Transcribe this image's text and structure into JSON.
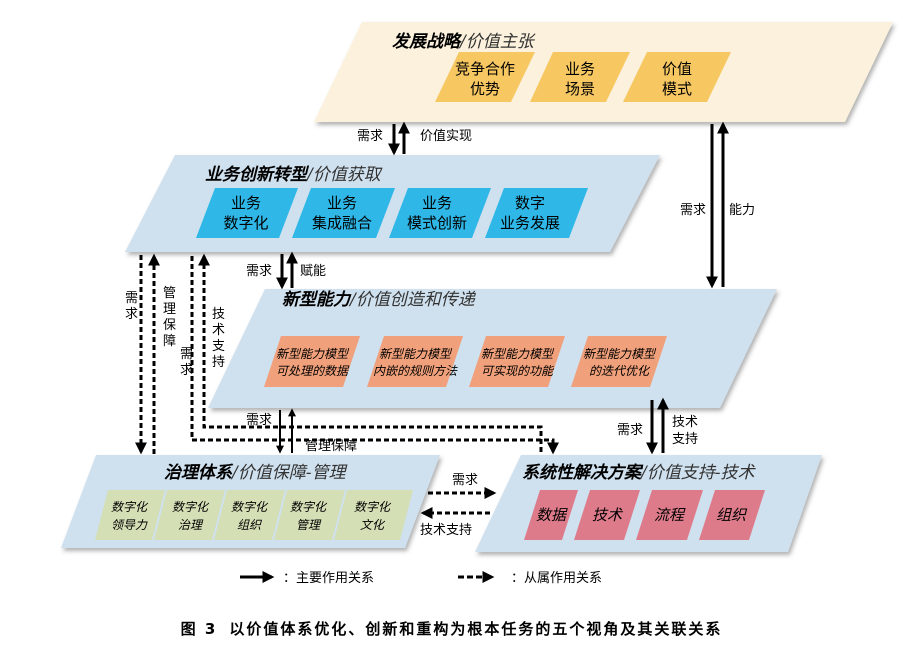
{
  "colors": {
    "strategy_bg": "#fbf1dc",
    "strategy_box": "#f7c862",
    "layer_bg": "#cfe0ee",
    "business_box": "#2fb7e8",
    "capability_box": "#f0a07a",
    "governance_box": "#d5dfb6",
    "solution_box": "#de7b8b",
    "arrow": "#000000"
  },
  "layers": {
    "strategy": {
      "title_bold": "发展战略",
      "title_thin": "/价值主张",
      "boxes": [
        {
          "line1": "竞争合作",
          "line2": "优势"
        },
        {
          "line1": "业务",
          "line2": "场景"
        },
        {
          "line1": "价值",
          "line2": "模式"
        }
      ]
    },
    "business": {
      "title_bold": "业务创新转型",
      "title_thin": "/价值获取",
      "boxes": [
        {
          "line1": "业务",
          "line2": "数字化"
        },
        {
          "line1": "业务",
          "line2": "集成融合"
        },
        {
          "line1": "业务",
          "line2": "模式创新"
        },
        {
          "line1": "数字",
          "line2": "业务发展"
        }
      ]
    },
    "capability": {
      "title_bold": "新型能力",
      "title_thin": "/价值创造和传递",
      "boxes": [
        {
          "line1": "新型能力模型",
          "line2": "可处理的数据"
        },
        {
          "line1": "新型能力模型",
          "line2": "内嵌的规则方法"
        },
        {
          "line1": "新型能力模型",
          "line2": "可实现的功能"
        },
        {
          "line1": "新型能力模型",
          "line2": "的迭代优化"
        }
      ]
    },
    "governance": {
      "title_bold": "治理体系",
      "title_thin": "/价值保障-管理",
      "boxes": [
        {
          "line1": "数字化",
          "line2": "领导力"
        },
        {
          "line1": "数字化",
          "line2": "治理"
        },
        {
          "line1": "数字化",
          "line2": "组织"
        },
        {
          "line1": "数字化",
          "line2": "管理"
        },
        {
          "line1": "数字化",
          "line2": "文化"
        }
      ]
    },
    "solution": {
      "title_bold": "系统性解决方案",
      "title_thin": "/价值支持-技术",
      "boxes": [
        {
          "label": "数据"
        },
        {
          "label": "技术"
        },
        {
          "label": "流程"
        },
        {
          "label": "组织"
        }
      ]
    }
  },
  "arrows": {
    "strategy_business_down": "需求",
    "strategy_business_up": "价值实现",
    "strategy_capability_down": "需求",
    "strategy_capability_up": "能力",
    "business_capability_down": "需求",
    "business_capability_up": "赋能",
    "business_governance_down": "需求",
    "business_governance_up": "管理保障",
    "business_solution_down": "需求",
    "business_solution_up": "技术支持",
    "capability_governance_down": "需求",
    "capability_governance_up": "管理保障",
    "capability_solution_down": "需求",
    "capability_solution_up_1": "技术",
    "capability_solution_up_2": "支持",
    "governance_solution_right": "需求",
    "solution_governance_left": "技术支持"
  },
  "legend": {
    "primary": "：主要作用关系",
    "secondary": "：从属作用关系"
  },
  "caption": {
    "figure_no": "图 3",
    "text": "以价值体系优化、创新和重构为根本任务的五个视角及其关联关系"
  }
}
